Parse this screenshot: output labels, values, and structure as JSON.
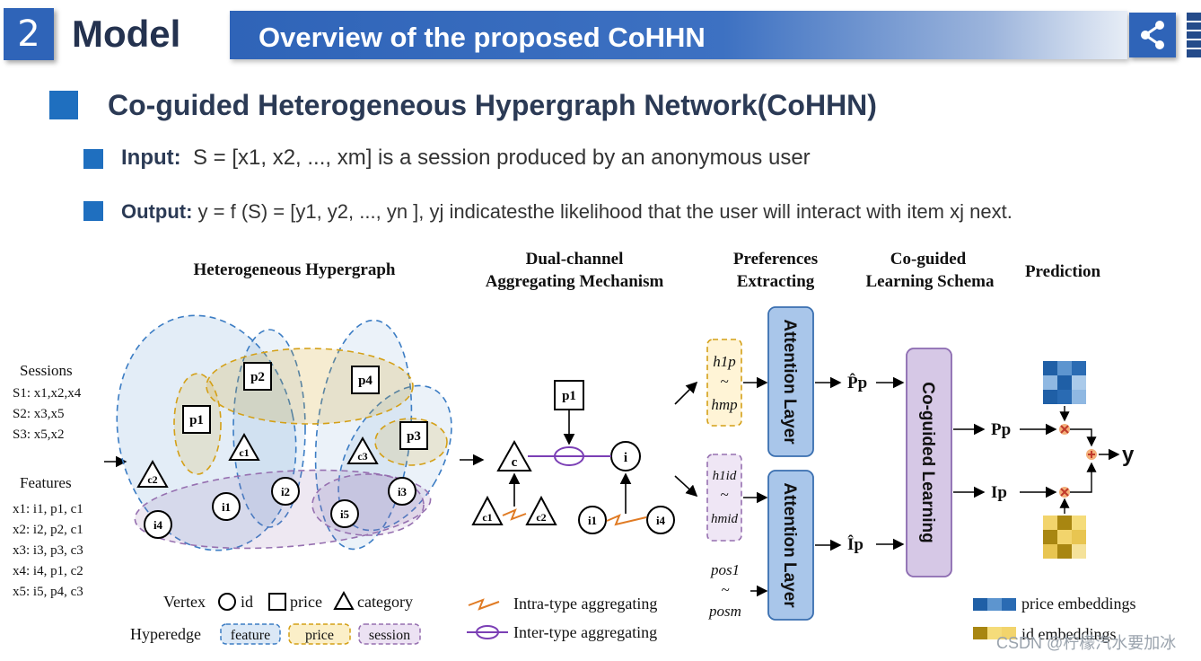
{
  "header": {
    "section_number": "2",
    "section_title": "Model",
    "banner_title": "Overview of the proposed CoHHN"
  },
  "heading": "Co-guided Heterogeneous Hypergraph Network(CoHHN)",
  "input_line": {
    "label": "Input",
    "text": "S = [x1, x2, ..., xm] is a session produced by an anonymous user"
  },
  "output_line": {
    "label": "Output:",
    "text": "y = f (S) = [y1, y2, ..., yn ], yj indicatesthe likelihood that the user will interact with item xj next."
  },
  "diagram": {
    "headers": {
      "hypergraph": "Heterogeneous Hypergraph",
      "dual1": "Dual-channel",
      "dual2": "Aggregating Mechanism",
      "pref1": "Preferences",
      "pref2": "Extracting",
      "co1": "Co-guided",
      "co2": "Learning Schema",
      "prediction": "Prediction"
    },
    "sessions_title": "Sessions",
    "sessions": [
      "S1: x1,x2,x4",
      "S2: x3,x5",
      "S3: x5,x2"
    ],
    "features_title": "Features",
    "features": [
      "x1: i1, p1, c1",
      "x2: i2, p2, c1",
      "x3: i3, p3, c3",
      "x4: i4, p1, c2",
      "x5: i5, p4, c3"
    ],
    "nodes": [
      "p2",
      "p4",
      "p1",
      "p3",
      "c1",
      "c3",
      "c2",
      "i1",
      "i2",
      "i3",
      "i4",
      "i5"
    ],
    "dual_nodes": [
      "p1",
      "c",
      "i",
      "c1",
      "c2",
      "i1",
      "i4"
    ],
    "h_price_top": "h1p",
    "h_price_bottom": "hmp",
    "tilde": "~",
    "h_id_top": "h1id",
    "h_id_bottom": "hmid",
    "pos_top": "pos1",
    "pos_bottom": "posm",
    "attention_layer": "Attention Layer",
    "p_hat": "P̂p",
    "i_hat": "Îp",
    "co_guided_learning": "Co-guided Learning",
    "pp": "Pp",
    "ip": "Ip",
    "y": "y",
    "legend": {
      "vertex": "Vertex",
      "id": "id",
      "price": "price",
      "category": "category",
      "hyperedge": "Hyperedge",
      "feature": "feature",
      "price_edge": "price",
      "session": "session",
      "intra": "Intra-type aggregating",
      "inter": "Inter-type aggregating",
      "price_emb": "price embeddings",
      "id_emb": "id embeddings"
    }
  },
  "colors": {
    "accent": "#2f64b8",
    "feature": "#3c7dc4",
    "price": "#d4a017",
    "session": "#9670b0",
    "attention": "#a9c6ea",
    "coguided": "#d6c8e6",
    "intra": "#e07b24",
    "inter": "#7b3fb5"
  },
  "watermark": "CSDN @柠檬汽水要加冰"
}
